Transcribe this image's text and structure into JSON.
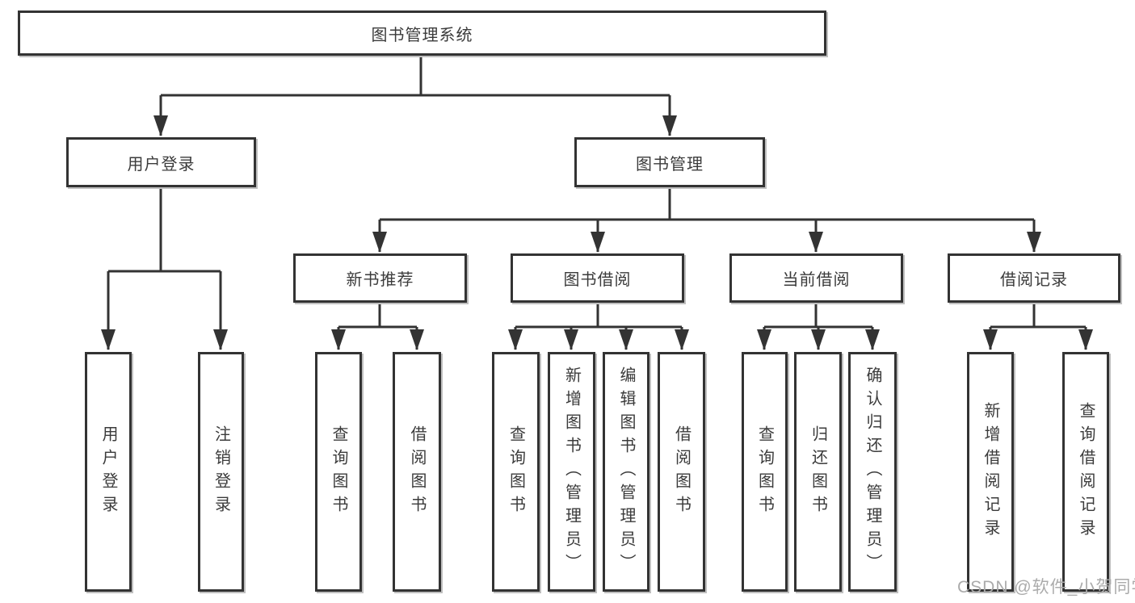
{
  "nodes": {
    "root": "图书管理系统",
    "user_login": "用户登录",
    "book_mgmt": "图书管理",
    "new_book_rec": "新书推荐",
    "book_borrow": "图书借阅",
    "current_borrow": "当前借阅",
    "borrow_records": "借阅记录",
    "leaf_user_login": "用户登录",
    "leaf_logout": "注销登录",
    "leaf_query_book_rec": "查询图书",
    "leaf_borrow_book_rec": "借阅图书",
    "leaf_query_book_borrow": "查询图书",
    "leaf_add_book_admin": "新增图书（管理员）",
    "leaf_edit_book_admin": "编辑图书（管理员）",
    "leaf_borrow_book_borrow": "借阅图书",
    "leaf_query_book_current": "查询图书",
    "leaf_return_book": "归还图书",
    "leaf_confirm_return_admin": "确认归还（管理员）",
    "leaf_add_borrow_record": "新增借阅记录",
    "leaf_query_borrow_record": "查询借阅记录"
  },
  "watermark": {
    "text": "CSDN @软件_小贺同学"
  },
  "colors": {
    "line": "#333333",
    "box_border": "#333333",
    "text": "#3b3b3b",
    "background": "#ffffff",
    "watermark": "#ababab"
  }
}
